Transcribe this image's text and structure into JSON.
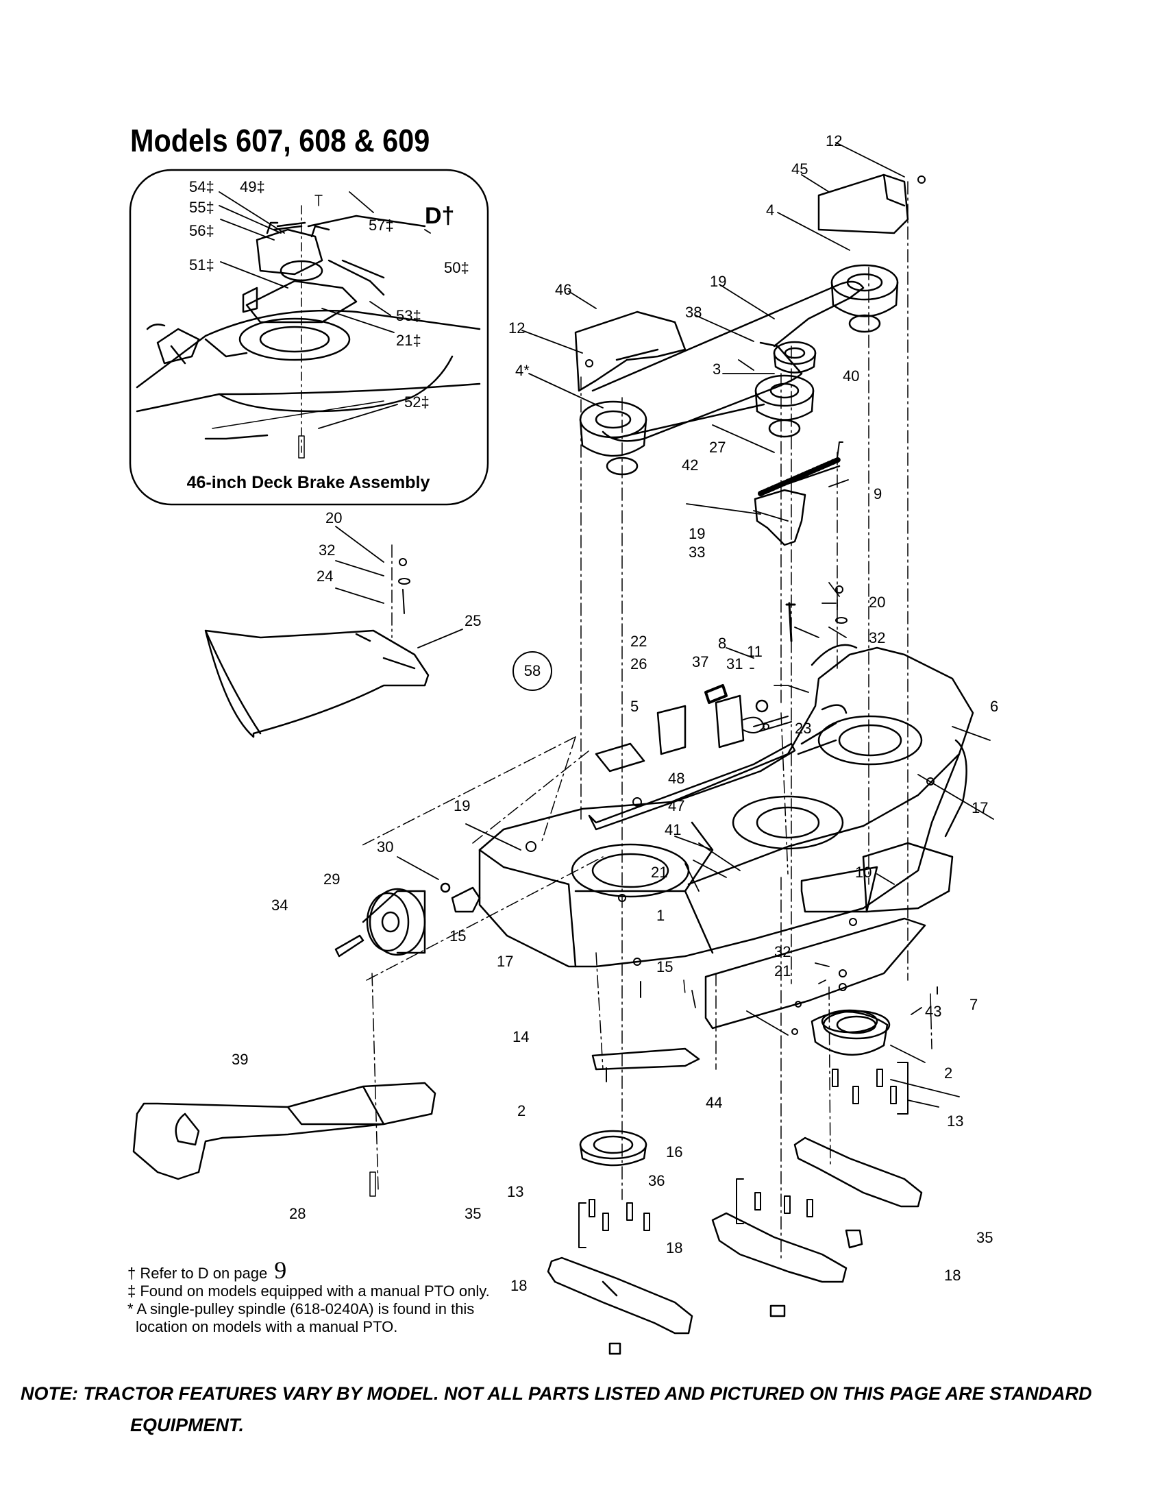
{
  "title": "Models 607, 608 & 609",
  "inset": {
    "caption": "46-inch Deck Brake Assembly",
    "ref_letter": "D†",
    "callouts": [
      "54‡",
      "49‡",
      "55‡",
      "57‡",
      "56‡",
      "50‡",
      "51‡",
      "53‡",
      "21‡",
      "52‡"
    ]
  },
  "circled_ref": "58",
  "callouts": [
    "12",
    "45",
    "4",
    "19",
    "46",
    "38",
    "12",
    "40",
    "3",
    "4*",
    "27",
    "42",
    "9",
    "19",
    "33",
    "20",
    "32",
    "24",
    "25",
    "20",
    "32",
    "8",
    "22",
    "26",
    "37",
    "31",
    "11",
    "6",
    "23",
    "5",
    "48",
    "47",
    "17",
    "19",
    "41",
    "10",
    "30",
    "21",
    "29",
    "34",
    "15",
    "1",
    "17",
    "32",
    "21",
    "15",
    "43",
    "7",
    "39",
    "14",
    "44",
    "2",
    "13",
    "2",
    "16",
    "36",
    "13",
    "35",
    "35",
    "28",
    "18",
    "18",
    "18"
  ],
  "footnotes": {
    "dagger": "† Refer to D on page",
    "dagger_page": "9",
    "double_dagger": "‡ Found on models equipped with a manual PTO only.",
    "asterisk_1": "* A single-pulley spindle (618-0240A) is found in this",
    "asterisk_2": "location on models with a manual PTO."
  },
  "note": {
    "line1": "NOTE: TRACTOR FEATURES VARY BY MODEL. NOT ALL PARTS LISTED AND PICTURED ON THIS PAGE ARE STANDARD",
    "line2": "EQUIPMENT."
  }
}
